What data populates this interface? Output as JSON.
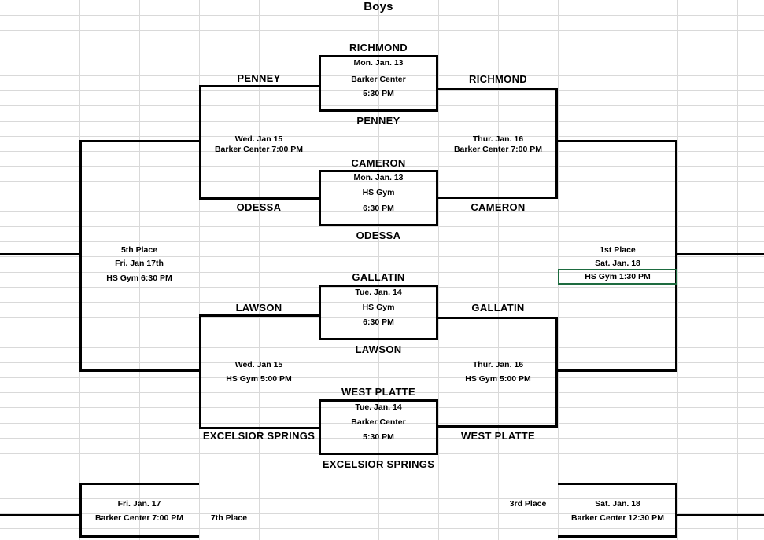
{
  "page": {
    "title": "Boys"
  },
  "colors": {
    "bracket_line": "#000000",
    "grid_line": "#d9d9d9",
    "highlight_border": "#1d6b3f",
    "background": "#ffffff"
  },
  "games": {
    "round1": [
      {
        "id": "game-richmond-penney",
        "top_team": "RICHMOND",
        "bottom_team": "PENNEY",
        "date": "Mon. Jan. 13",
        "venue": "Barker Center",
        "time": "5:30 PM"
      },
      {
        "id": "game-cameron-odessa",
        "top_team": "CAMERON",
        "bottom_team": "ODESSA",
        "date": "Mon. Jan. 13",
        "venue": "HS Gym",
        "time": "6:30 PM"
      },
      {
        "id": "game-gallatin-lawson",
        "top_team": "GALLATIN",
        "bottom_team": "LAWSON",
        "date": "Tue. Jan. 14",
        "venue": "HS Gym",
        "time": "6:30 PM"
      },
      {
        "id": "game-westplatte-excelsior",
        "top_team": "WEST PLATTE",
        "bottom_team": "EXCELSIOR SPRINGS",
        "date": "Tue. Jan. 14",
        "venue": "Barker Center",
        "time": "5:30 PM"
      }
    ],
    "semifinals_left": [
      {
        "id": "semi-penney-odessa",
        "top_team": "PENNEY",
        "bottom_team": "ODESSA",
        "date": "Wed. Jan 15",
        "venue_time": "Barker Center 7:00 PM"
      },
      {
        "id": "semi-lawson-excelsior",
        "top_team": "LAWSON",
        "bottom_team": "EXCELSIOR SPRINGS",
        "date": "Wed. Jan 15",
        "venue_time": "HS Gym 5:00 PM"
      }
    ],
    "semifinals_right": [
      {
        "id": "semi-richmond-cameron",
        "top_team": "RICHMOND",
        "bottom_team": "CAMERON",
        "date": "Thur. Jan. 16",
        "venue_time": "Barker Center  7:00 PM"
      },
      {
        "id": "semi-gallatin-westplatte",
        "top_team": "GALLATIN",
        "bottom_team": "WEST PLATTE",
        "date": "Thur. Jan. 16",
        "venue_time": "HS Gym 5:00 PM"
      }
    ],
    "placement": {
      "first": {
        "label": "1st Place",
        "date": "Sat. Jan. 18",
        "venue_time": "HS Gym  1:30 PM",
        "highlighted": true
      },
      "third": {
        "label": "3rd Place",
        "date": "Sat. Jan. 18",
        "venue_time": "Barker Center 12:30 PM"
      },
      "fifth": {
        "label": "5th Place",
        "date": "Fri. Jan 17th",
        "venue_time": "HS Gym 6:30 PM"
      },
      "seventh": {
        "label": "7th Place",
        "date": "Fri. Jan. 17",
        "venue_time": "Barker Center 7:00 PM"
      }
    }
  }
}
